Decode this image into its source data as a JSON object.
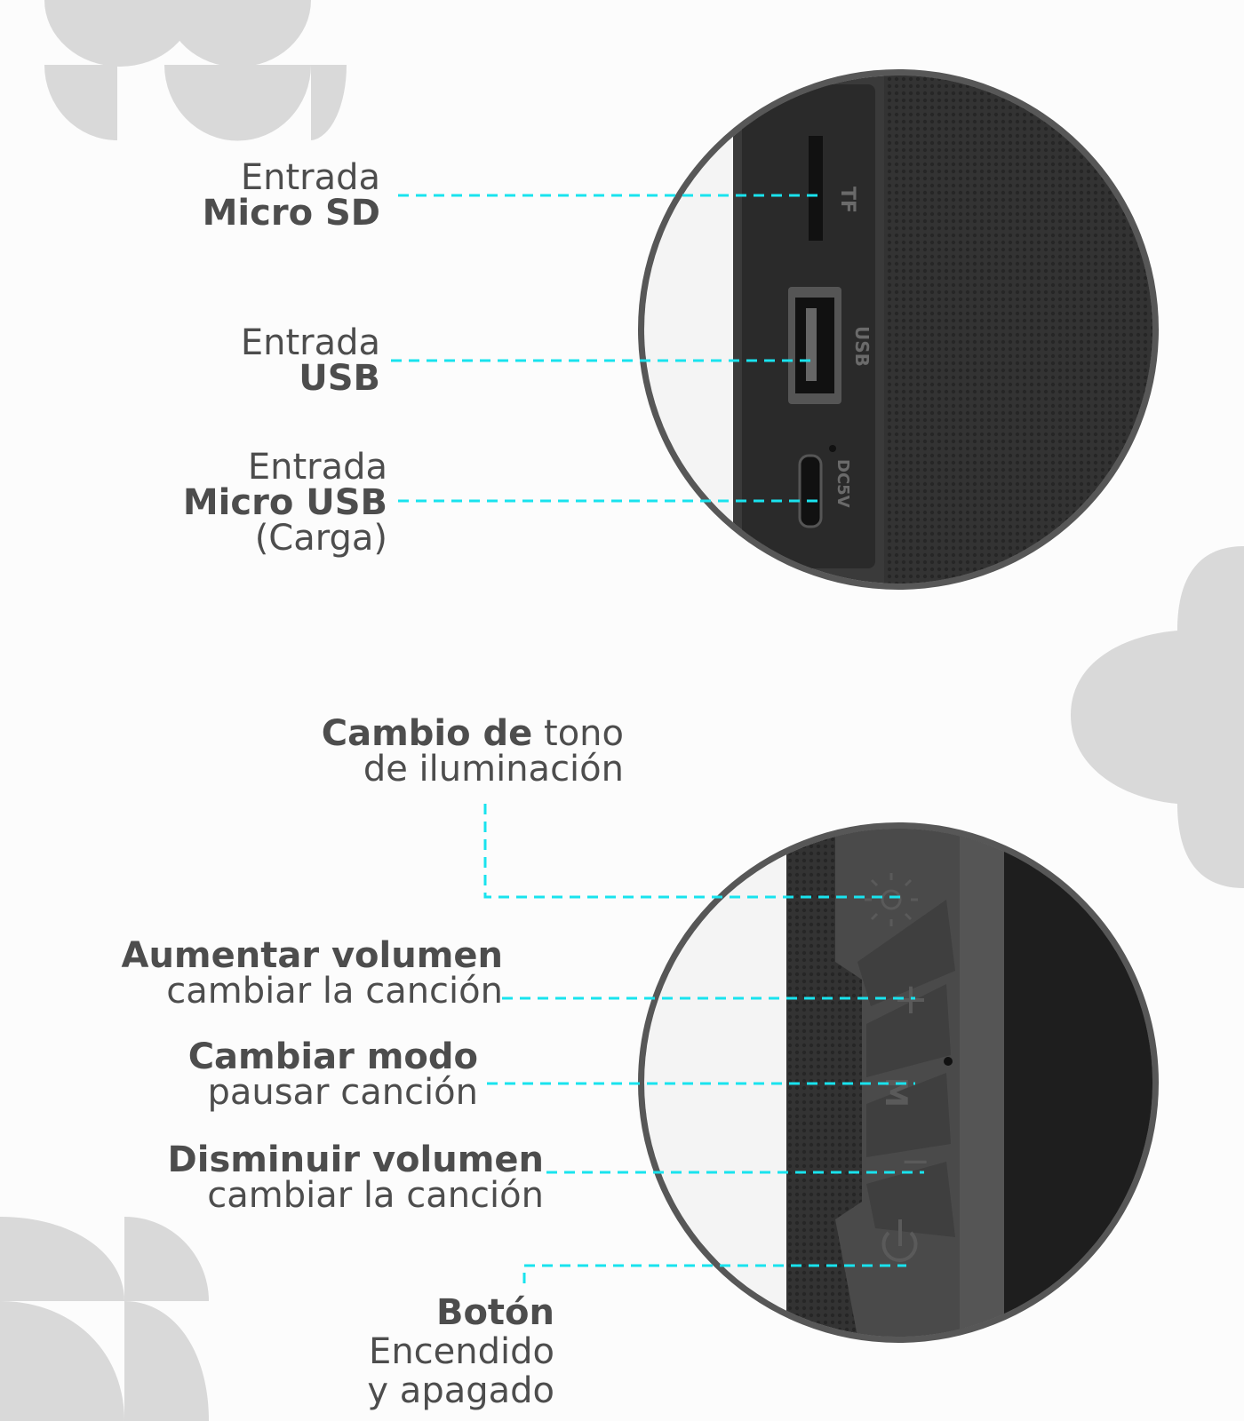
{
  "colors": {
    "accent_leader": "#19e3ee",
    "text": "#4d4d4d",
    "decor": "#d9d9d9",
    "ring": "#575757",
    "device": "#2b2b2b"
  },
  "top_callouts": {
    "micro_sd": {
      "line1": "Entrada",
      "line2": "Micro SD"
    },
    "usb": {
      "line1": "Entrada",
      "line2": "USB"
    },
    "micro_usb": {
      "line1": "Entrada",
      "line2": "Micro USB",
      "line3": "(Carga)"
    }
  },
  "bottom_callouts": {
    "light": {
      "bold": "Cambio de",
      "tail": " tono",
      "line2": "de iluminación"
    },
    "vol_up": {
      "line1": "Aumentar volumen",
      "line2": "cambiar la canción"
    },
    "mode": {
      "line1": "Cambiar modo",
      "line2": "pausar canción"
    },
    "vol_down": {
      "line1": "Disminuir volumen",
      "line2": "cambiar la canción"
    },
    "power": {
      "line1": "Botón",
      "line2": "Encendido",
      "line3": "y apagado"
    }
  },
  "device_markings": {
    "tf": "TF",
    "usb": "USB",
    "dc5v": "DC5V",
    "plus": "+",
    "mode": "M",
    "minus": "−"
  },
  "icons": [
    "sun-icon",
    "plus-icon",
    "mode-icon",
    "minus-icon",
    "power-icon"
  ]
}
